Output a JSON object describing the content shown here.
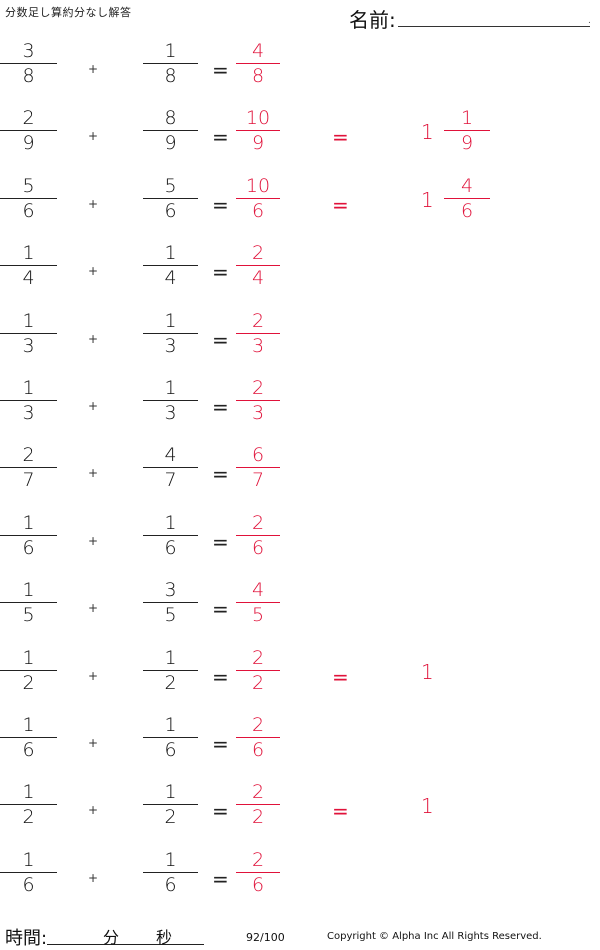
{
  "header": {
    "title": "分数足し算約分なし解答",
    "name_label": "名前:",
    "name_end": "."
  },
  "operators": {
    "plus": "+",
    "equals": "="
  },
  "problems": [
    {
      "a": [
        "3",
        "8"
      ],
      "b": [
        "1",
        "8"
      ],
      "sum": [
        "4",
        "8"
      ],
      "mixed": null
    },
    {
      "a": [
        "2",
        "9"
      ],
      "b": [
        "8",
        "9"
      ],
      "sum": [
        "10",
        "9"
      ],
      "mixed": {
        "whole": "1",
        "frac": [
          "1",
          "9"
        ]
      }
    },
    {
      "a": [
        "5",
        "6"
      ],
      "b": [
        "5",
        "6"
      ],
      "sum": [
        "10",
        "6"
      ],
      "mixed": {
        "whole": "1",
        "frac": [
          "4",
          "6"
        ]
      }
    },
    {
      "a": [
        "1",
        "4"
      ],
      "b": [
        "1",
        "4"
      ],
      "sum": [
        "2",
        "4"
      ],
      "mixed": null
    },
    {
      "a": [
        "1",
        "3"
      ],
      "b": [
        "1",
        "3"
      ],
      "sum": [
        "2",
        "3"
      ],
      "mixed": null
    },
    {
      "a": [
        "1",
        "3"
      ],
      "b": [
        "1",
        "3"
      ],
      "sum": [
        "2",
        "3"
      ],
      "mixed": null
    },
    {
      "a": [
        "2",
        "7"
      ],
      "b": [
        "4",
        "7"
      ],
      "sum": [
        "6",
        "7"
      ],
      "mixed": null
    },
    {
      "a": [
        "1",
        "6"
      ],
      "b": [
        "1",
        "6"
      ],
      "sum": [
        "2",
        "6"
      ],
      "mixed": null
    },
    {
      "a": [
        "1",
        "5"
      ],
      "b": [
        "3",
        "5"
      ],
      "sum": [
        "4",
        "5"
      ],
      "mixed": null
    },
    {
      "a": [
        "1",
        "2"
      ],
      "b": [
        "1",
        "2"
      ],
      "sum": [
        "2",
        "2"
      ],
      "mixed": {
        "whole": "1",
        "frac": null
      }
    },
    {
      "a": [
        "1",
        "6"
      ],
      "b": [
        "1",
        "6"
      ],
      "sum": [
        "2",
        "6"
      ],
      "mixed": null
    },
    {
      "a": [
        "1",
        "2"
      ],
      "b": [
        "1",
        "2"
      ],
      "sum": [
        "2",
        "2"
      ],
      "mixed": {
        "whole": "1",
        "frac": null
      }
    },
    {
      "a": [
        "1",
        "6"
      ],
      "b": [
        "1",
        "6"
      ],
      "sum": [
        "2",
        "6"
      ],
      "mixed": null
    }
  ],
  "footer": {
    "time_label": "時間:",
    "minutes": "分",
    "seconds": "秒",
    "page": "92/100",
    "copyright": "Copyright © Alpha Inc All Rights Reserved."
  },
  "colors": {
    "answer": "#e0123a",
    "text": "#111111"
  }
}
